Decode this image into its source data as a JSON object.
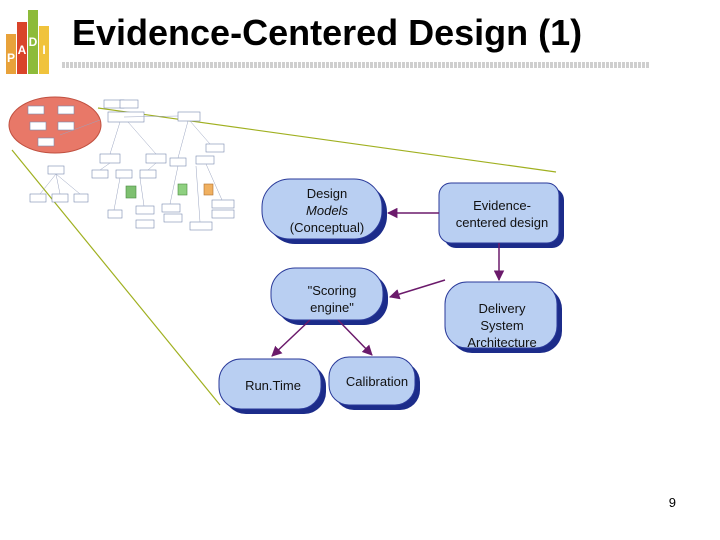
{
  "slide": {
    "title": "Evidence-Centered Design (1)",
    "page_number": "9",
    "logo_letters": "PADI"
  },
  "nodes": {
    "design_models_line1": "Design",
    "design_models_line2": "Models",
    "design_models_line3": "(Conceptual)",
    "ecd_line1": "Evidence-",
    "ecd_line2": "centered design",
    "scoring_line1": "\"Scoring",
    "scoring_line2": "engine\"",
    "delivery_line1": "Delivery",
    "delivery_line2": "System",
    "delivery_line3": "Architecture",
    "runtime": "Run.Time",
    "calibration": "Calibration"
  },
  "colors": {
    "node_fill": "#b9cff2",
    "node_shadow": "#1c2c8a",
    "arrow": "#6b1a6b",
    "thumbnail_highlight": "#e87868",
    "zoom_lines": "#a0b020"
  }
}
